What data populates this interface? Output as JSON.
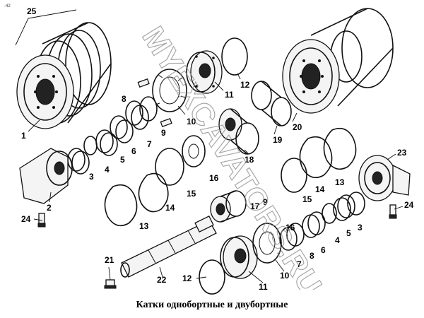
{
  "caption": "Катки однобортные и двубортные",
  "watermark": "MYEXCAVATORS.RU",
  "corner_mark": "-42",
  "labels": {
    "l25": "25",
    "l1": "1",
    "l2": "2",
    "l3a": "3",
    "l3b": "3",
    "l4a": "4",
    "l4b": "4",
    "l5a": "5",
    "l5b": "5",
    "l6a": "6",
    "l6b": "6",
    "l7a": "7",
    "l7b": "7",
    "l8a": "8",
    "l8b": "8",
    "l9a": "9",
    "l9b": "9",
    "l10a": "10",
    "l10b": "10",
    "l11a": "11",
    "l11b": "11",
    "l12a": "12",
    "l12b": "12",
    "l13a": "13",
    "l13b": "13",
    "l14a": "14",
    "l14b": "14",
    "l15a": "15",
    "l15b": "15",
    "l16a": "16",
    "l16b": "16",
    "l17": "17",
    "l18": "18",
    "l19": "19",
    "l20": "20",
    "l21": "21",
    "l22": "22",
    "l23": "23",
    "l24a": "24",
    "l24b": "24"
  }
}
